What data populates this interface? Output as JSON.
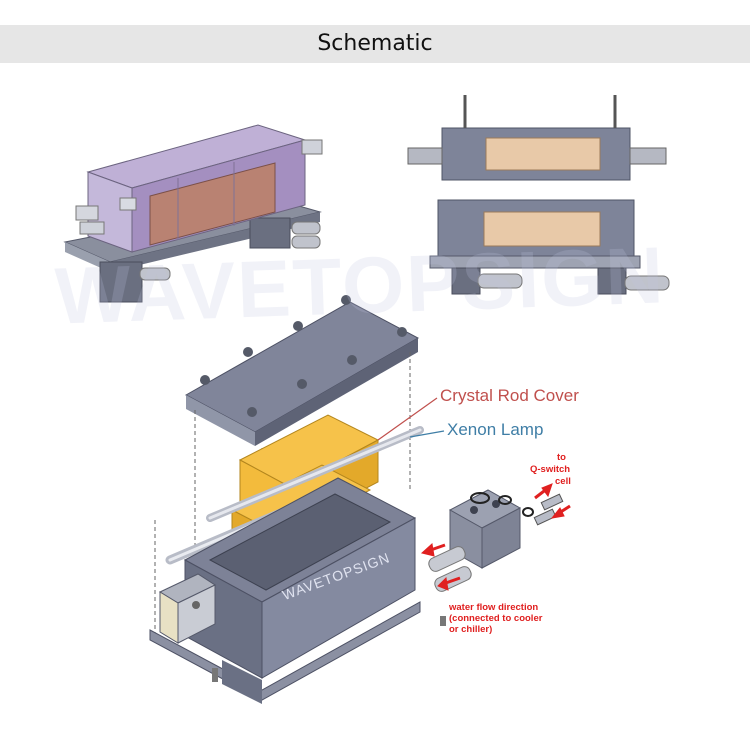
{
  "header": {
    "title": "Schematic"
  },
  "labels": {
    "crystal_rod_cover": "Crystal Rod Cover",
    "xenon_lamp": "Xenon Lamp",
    "q_switch_line1": "to",
    "q_switch_line2": "Q-switch",
    "q_switch_line3": "cell",
    "water_flow_line1": "water flow direction",
    "water_flow_line2": "(connected to cooler",
    "water_flow_line3": "or chiller)"
  },
  "watermark": "WAVETOPSIGN",
  "engraving": "WAVETOPSIGN",
  "colors": {
    "cover_label": "#c0504d",
    "lamp_label": "#3f7ea6",
    "arrow_red": "#e02020",
    "housing_purple": "#b2a0c8",
    "crystal_gold": "#f0b530",
    "steel_gray": "#7c8398"
  }
}
